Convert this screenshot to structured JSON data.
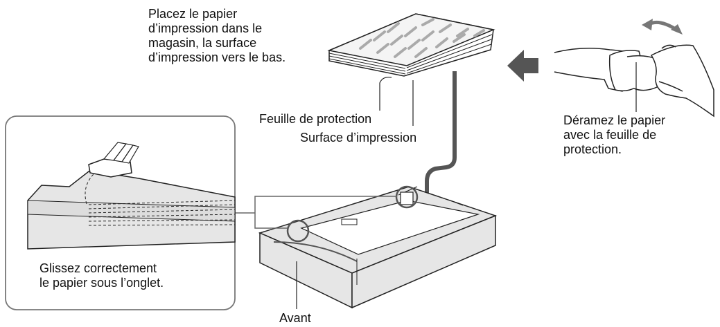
{
  "labels": {
    "load_instruction": "Placez le papier\nd’impression dans le\nmagasin, la surface\nd’impression vers le bas.",
    "protection_sheet": "Feuille de protection",
    "print_surface": "Surface d’impression",
    "fan_instruction": "Déramez le papier\navec la feuille de\nprotection.",
    "slide_instruction": "Glissez correctement\nle papier sous l’onglet.",
    "front": "Avant"
  },
  "colors": {
    "line": "#222222",
    "arrow_gray": "#555555",
    "tray_fill": "#e6e6e6",
    "paper_fill": "#f4f4f4",
    "inset_border": "#777777"
  }
}
